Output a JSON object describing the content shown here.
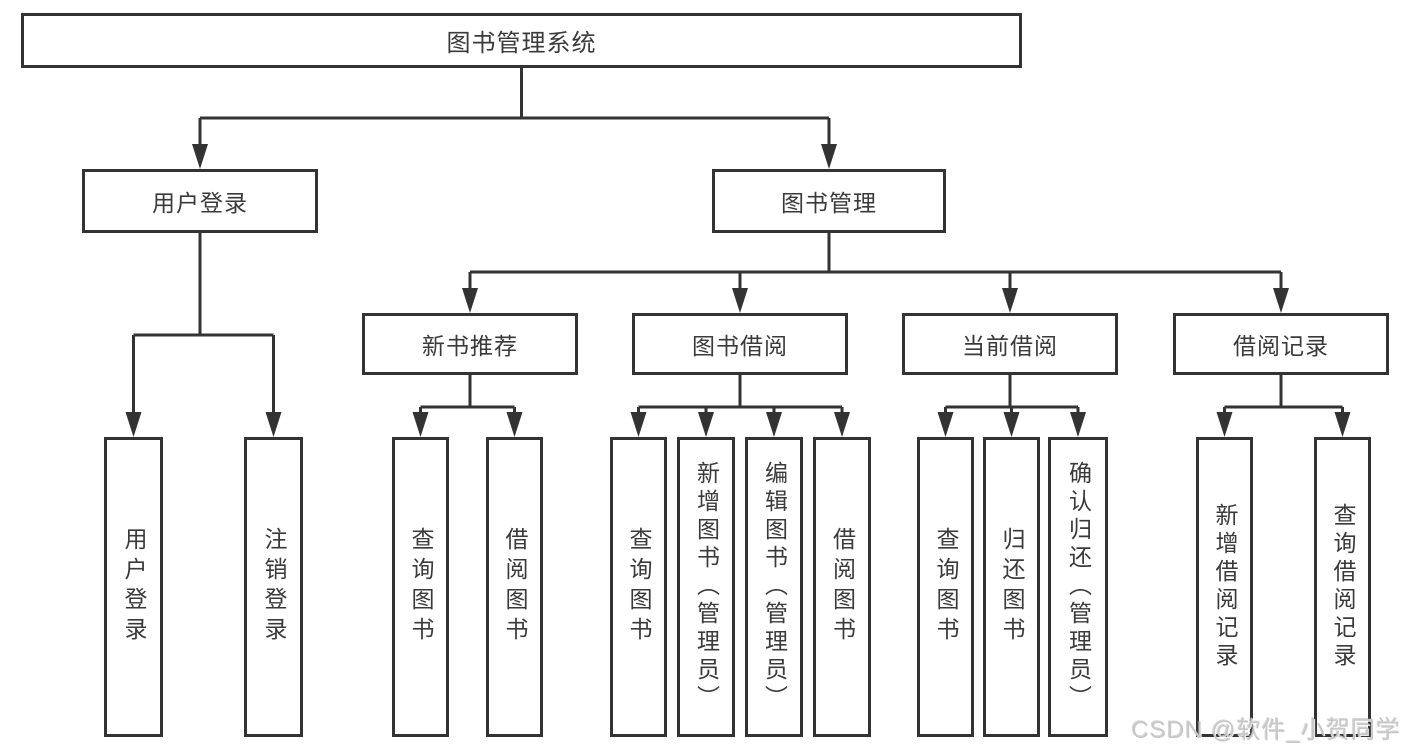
{
  "diagram": {
    "title": "图书管理系统",
    "level1": {
      "user_login": "用户登录",
      "book_mgmt": "图书管理"
    },
    "level2": {
      "new_books": "新书推荐",
      "book_borrow": "图书借阅",
      "current_borrow": "当前借阅",
      "borrow_records": "借阅记录"
    },
    "leaves": {
      "user_login": "用户登录",
      "logout": "注销登录",
      "nb_query": "查询图书",
      "nb_borrow": "借阅图书",
      "bb_query": "查询图书",
      "bb_add": "新增图书（管理员）",
      "bb_edit": "编辑图书（管理员）",
      "bb_borrow": "借阅图书",
      "cb_query": "查询图书",
      "cb_return": "归还图书",
      "cb_confirm": "确认归还（管理员）",
      "br_add": "新增借阅记录",
      "br_query": "查询借阅记录"
    }
  },
  "watermark": "CSDN @软件_小贺同学",
  "colors": {
    "line": "#333333",
    "text": "#3a3a3a",
    "watermark": "#c7c7c7",
    "background": "#ffffff"
  }
}
